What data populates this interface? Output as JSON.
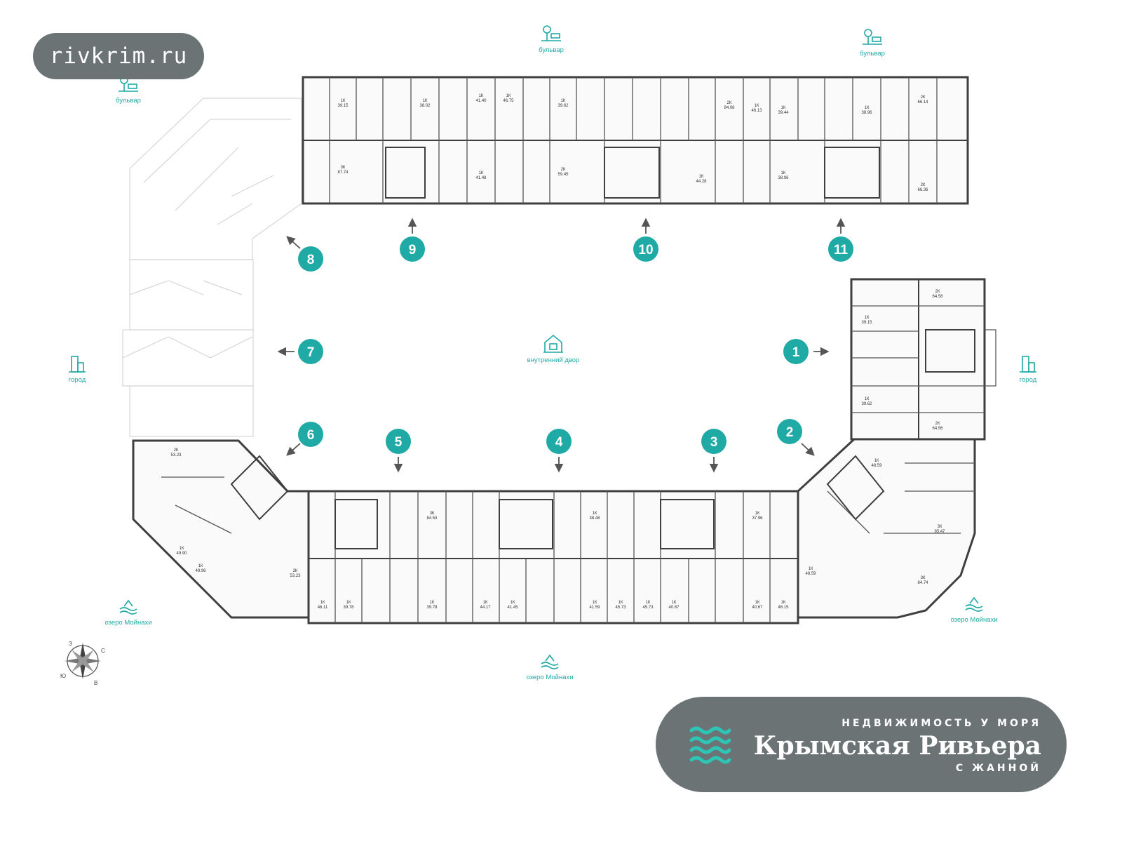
{
  "watermark": {
    "text": "rivkrim.ru"
  },
  "brand": {
    "tagline": "НЕДВИЖИМОСТЬ У МОРЯ",
    "name": "Крымская Ривьера",
    "subline": "С ЖАННОЙ"
  },
  "colors": {
    "accent": "#1faaa6",
    "wall": "#3f3f3f",
    "ghost": "#d6d6d6",
    "brand_bg": "#6b7375"
  },
  "surroundings": [
    {
      "id": "boulevard-left",
      "label": "бульвар",
      "icon": "park-bench-icon"
    },
    {
      "id": "boulevard-mid",
      "label": "бульвар",
      "icon": "park-bench-icon"
    },
    {
      "id": "boulevard-right",
      "label": "бульвар",
      "icon": "park-bench-icon"
    },
    {
      "id": "city-left",
      "label": "город",
      "icon": "city-building-icon"
    },
    {
      "id": "city-right",
      "label": "город",
      "icon": "city-building-icon"
    },
    {
      "id": "courtyard",
      "label": "внутренний двор",
      "icon": "playground-icon"
    },
    {
      "id": "lake-left",
      "label": "озеро Мойнахи",
      "icon": "lake-icon"
    },
    {
      "id": "lake-mid",
      "label": "озеро Мойнахи",
      "icon": "lake-icon"
    },
    {
      "id": "lake-right",
      "label": "озеро Мойнахи",
      "icon": "lake-icon"
    }
  ],
  "sections": [
    {
      "number": "1",
      "arrow": "right"
    },
    {
      "number": "2",
      "arrow": "down-right"
    },
    {
      "number": "3",
      "arrow": "down"
    },
    {
      "number": "4",
      "arrow": "down"
    },
    {
      "number": "5",
      "arrow": "down"
    },
    {
      "number": "6",
      "arrow": "down-left"
    },
    {
      "number": "7",
      "arrow": "left"
    },
    {
      "number": "8",
      "arrow": "up-left"
    },
    {
      "number": "9",
      "arrow": "up"
    },
    {
      "number": "10",
      "arrow": "up"
    },
    {
      "number": "11",
      "arrow": "up"
    }
  ],
  "compass": {
    "labels": [
      "З",
      "С",
      "Ю",
      "В"
    ]
  },
  "apartments": {
    "top": [
      "1К 39.15",
      "3К 87.74",
      "1К 38.02",
      "1К 41.40",
      "1К 46.75",
      "1К 41.48",
      "1К 39.62",
      "2К 59.45",
      "2К 84.08",
      "1К 44.28",
      "1К 46.13",
      "1К 39.44",
      "1К 38.96",
      "1К 38.96",
      "2К 66.14",
      "2К 66.36"
    ],
    "right": [
      "2К 64.58",
      "1К 39.15",
      "1К 39.62",
      "2К 64.56"
    ],
    "bottom": [
      "2К 53.23",
      "1К 49.90",
      "1К 49.96",
      "2К 53.23",
      "3К 84.53",
      "1К 46.11",
      "1К 39.78",
      "1К 39.78",
      "1К 44.17",
      "1К 41.45",
      "1К 38.48",
      "1К 41.59",
      "1К 45.73",
      "1К 45.73",
      "1К 40.67",
      "1К 37.96",
      "1К 40.67",
      "1К 46.15",
      "1К 48.59",
      "1К 48.59",
      "3К 85.47",
      "3К 84.74"
    ]
  }
}
